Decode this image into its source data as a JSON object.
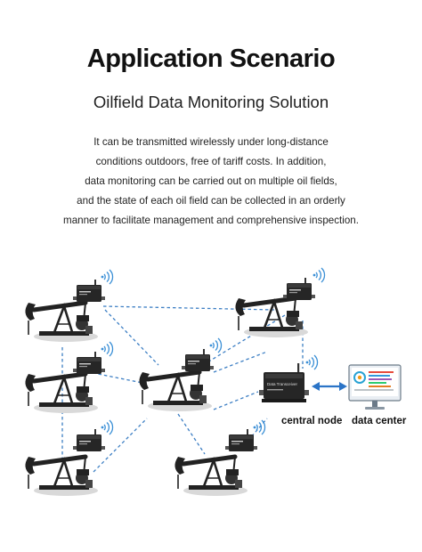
{
  "header": {
    "title": "Application Scenario",
    "subtitle": "Oilfield Data Monitoring Solution"
  },
  "description": {
    "lines": [
      "It can be transmitted wirelessly under long-distance",
      "conditions outdoors, free of tariff costs. In addition,",
      "data monitoring can be carried out on multiple oil fields,",
      "and the state of each oil field can be collected in an orderly",
      "manner to facilitate management and comprehensive inspection."
    ]
  },
  "diagram": {
    "central_node_label": "central node",
    "data_center_label": "data center",
    "device_panel_text": "Data Transceiver",
    "link_color": "#3d7fc4",
    "arrow_color": "#2b74c7",
    "wifi_color": "#3a8fd6",
    "icons": [
      "oil-pump-icon",
      "radio-module-icon",
      "wifi-signal-icon",
      "monitor-icon"
    ]
  }
}
